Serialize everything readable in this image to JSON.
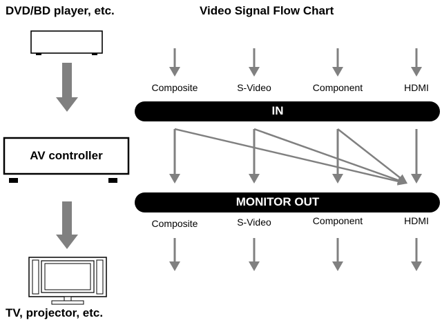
{
  "titles": {
    "source": "DVD/BD player, etc.",
    "chart": "Video Signal Flow Chart",
    "display": "TV, projector, etc."
  },
  "devices": {
    "av_controller": "AV controller"
  },
  "bars": {
    "in": "IN",
    "out": "MONITOR OUT"
  },
  "inputs": [
    "Composite",
    "S-Video",
    "Component",
    "HDMI"
  ],
  "outputs": [
    "Composite",
    "S-Video",
    "Component",
    "HDMI"
  ],
  "colors": {
    "arrow": "#808080",
    "bar": "#000000",
    "bar_text": "#ffffff"
  }
}
